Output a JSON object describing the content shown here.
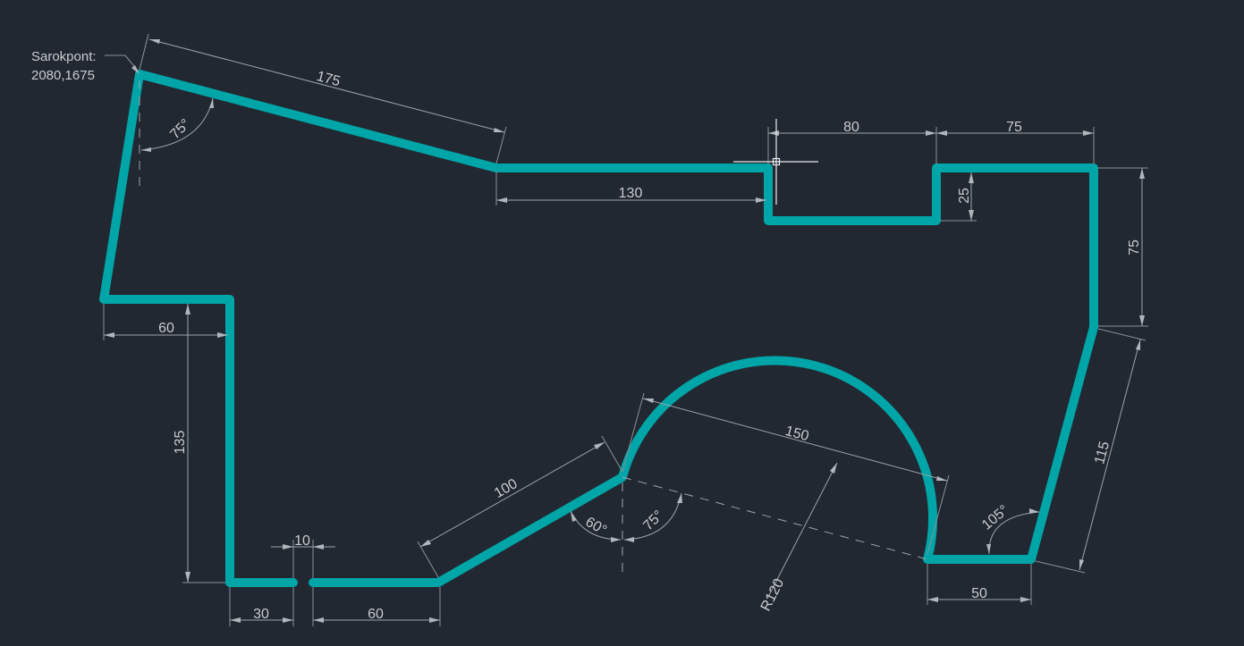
{
  "corner_label": {
    "title": "Sarokpont:",
    "coords": "2080,1675"
  },
  "dimensions": {
    "top_slant": "175",
    "angle_top_left": "75°",
    "top_flat": "130",
    "notch_width": "80",
    "notch_depth": "25",
    "step_width": "75",
    "right_height": "75",
    "right_slant": "115",
    "angle_bottom_right": "105°",
    "bottom_right_flat": "50",
    "arc_chord": "150",
    "arc_radius": "R120",
    "angle_left_of_arc": "60°",
    "angle_right_of_arc": "75°",
    "lower_slant": "100",
    "bottom_flat": "60",
    "gap": "10",
    "bottom_left_flat": "30",
    "left_vertical": "135",
    "left_ledge": "60"
  },
  "colors": {
    "background": "#222831",
    "outline": "#00a5a8",
    "dimension": "#9ca3aa",
    "text": "#c8ccd0"
  }
}
